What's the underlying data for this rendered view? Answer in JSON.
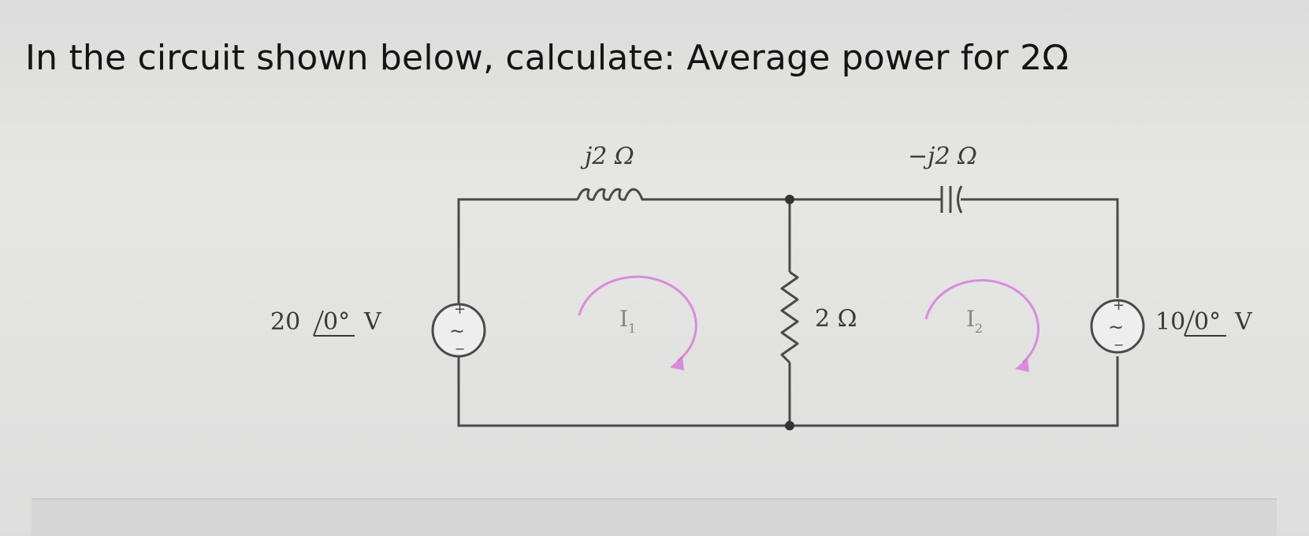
{
  "question": "In the circuit shown below, calculate: Average power for 2Ω",
  "circuit": {
    "inductor_label": "j2 Ω",
    "capacitor_label": "−j2 Ω",
    "resistor_label": "2 Ω",
    "source_left": {
      "magnitude": "20",
      "angle": "0°",
      "unit": "V"
    },
    "source_right": {
      "magnitude": "10",
      "angle": "0°",
      "unit": "V"
    },
    "loop1_label": "I",
    "loop1_sub": "1",
    "loop2_label": "I",
    "loop2_sub": "2",
    "source_plus": "+",
    "source_minus": "−",
    "source_symbol": "~",
    "loop_color": "#d56fd8"
  }
}
